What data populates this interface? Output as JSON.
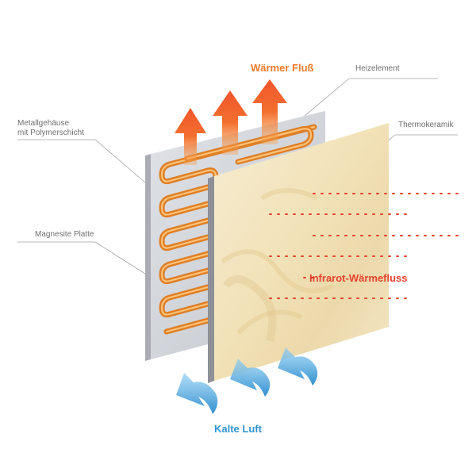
{
  "labels": {
    "warm_flow": "Wärmer Fluß",
    "heating_element": "Heizelement",
    "thermoceramic": "Thermokeramik",
    "metal_housing_line1": "Metallgehäuse",
    "metal_housing_line2": "mit Polymerschicht",
    "magnesite_plate": "Magnesite Platte",
    "infrared_flow": "Infrarot-Wärmefluss",
    "cold_air": "Kalte Luft"
  },
  "colors": {
    "warm_arrow": "#f26a2e",
    "heating_coil": "#f29a3a",
    "ceramic": "#f1e3bd",
    "back_panel": "#cfd3d8",
    "ir_dots": "#e8412c",
    "cold_arrow": "#4ea9e0",
    "leader_line": "#9a9a9a"
  },
  "icons": [
    "warm-air-arrow-icon",
    "cold-air-arrow-icon",
    "heating-coil"
  ]
}
